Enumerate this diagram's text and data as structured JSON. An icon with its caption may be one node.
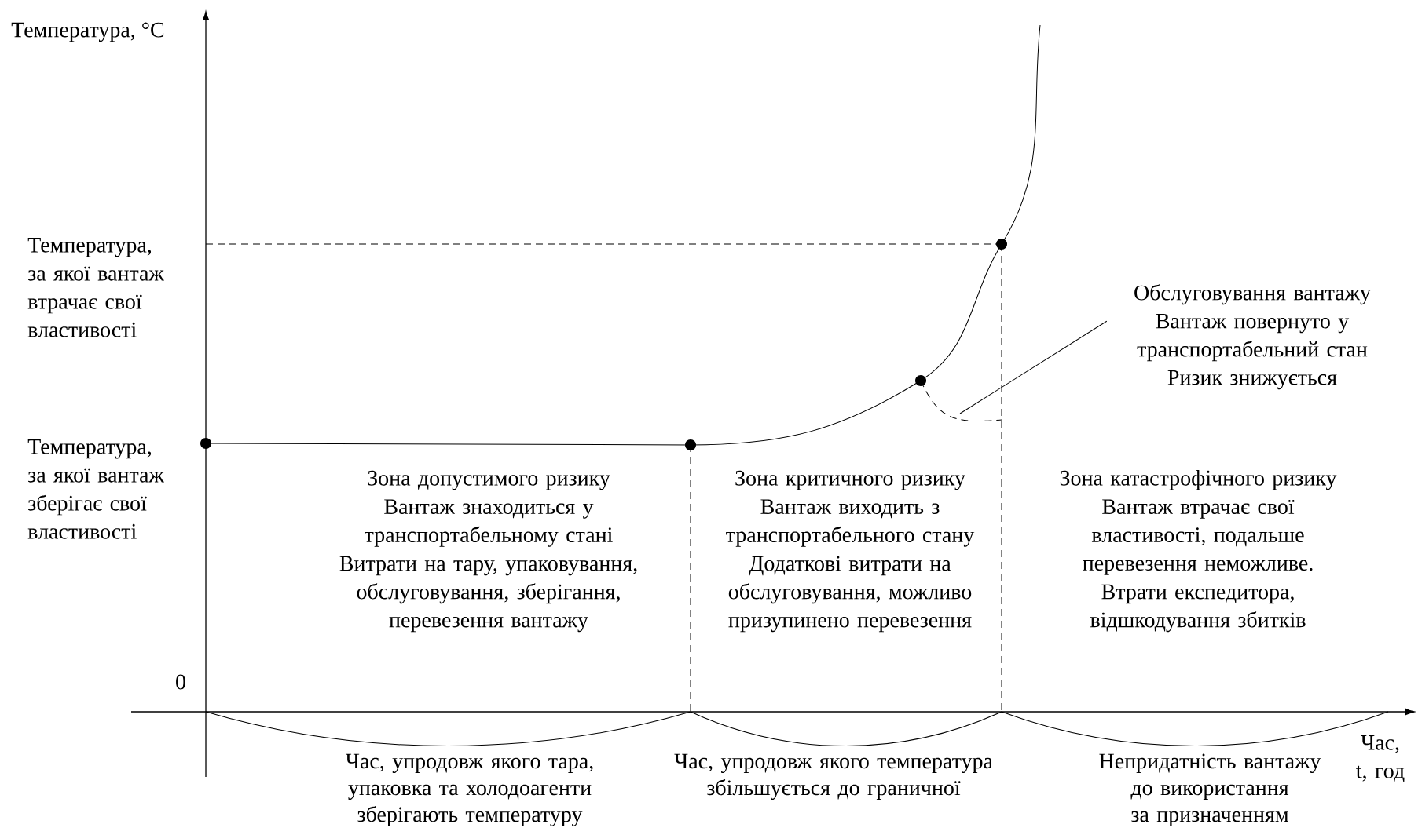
{
  "diagram": {
    "nodes": [
      {
        "text": [],
        "shape": "circle"
      },
      {
        "text": [],
        "shape": "circle"
      },
      {
        "text": [],
        "shape": "circle"
      },
      {
        "text": [],
        "shape": "circle"
      },
      {
        "text": [
          "Обслуговування вантажу",
          "Вантаж повернуто у транспортабельний стан",
          "Ризик знижується"
        ]
      },
      {
        "text": [],
        "shape": "curve"
      }
    ],
    "edges": [
      {
        "from": 0,
        "to": 1,
        "arrow": "none"
      },
      {
        "from": 1,
        "to": 2,
        "arrow": "none"
      },
      {
        "from": 2,
        "to": 3,
        "arrow": "none"
      },
      {
        "from": 3,
        "to": null,
        "arrow": "none"
      },
      {
        "from": 4,
        "to": 5,
        "arrow": "none"
      }
    ],
    "labels": [
      "Температура, °C",
      "Температура, за якої вантаж втрачає свої властивості",
      "Температура, за якої вантаж зберігає свої властивості",
      "Зона допустимого ризику",
      "Вантаж знаходиться у транспортабельному стані",
      "Витрати на тару, упаковування, обслуговування, зберігання, перевезення вантажу",
      "Зона критичного ризику",
      "Вантаж виходить з транспортабельного стану",
      "Додаткові витрати на обслуговування, можливо призупинено перевезення",
      "Зона катастрофічного ризику",
      "Вантаж втрачає свої властивості, подальше перевезення неможливе.",
      "Втрати експедитора, відшкодування збитків",
      "0",
      "Час, t, год",
      "Час, упродовж якого тара, упаковка та холодоагенти зберігають температуру",
      "Час, упродовж якого температура збільшується до граничної",
      "Непридатність вантажу до використання за призначенням"
    ]
  }
}
